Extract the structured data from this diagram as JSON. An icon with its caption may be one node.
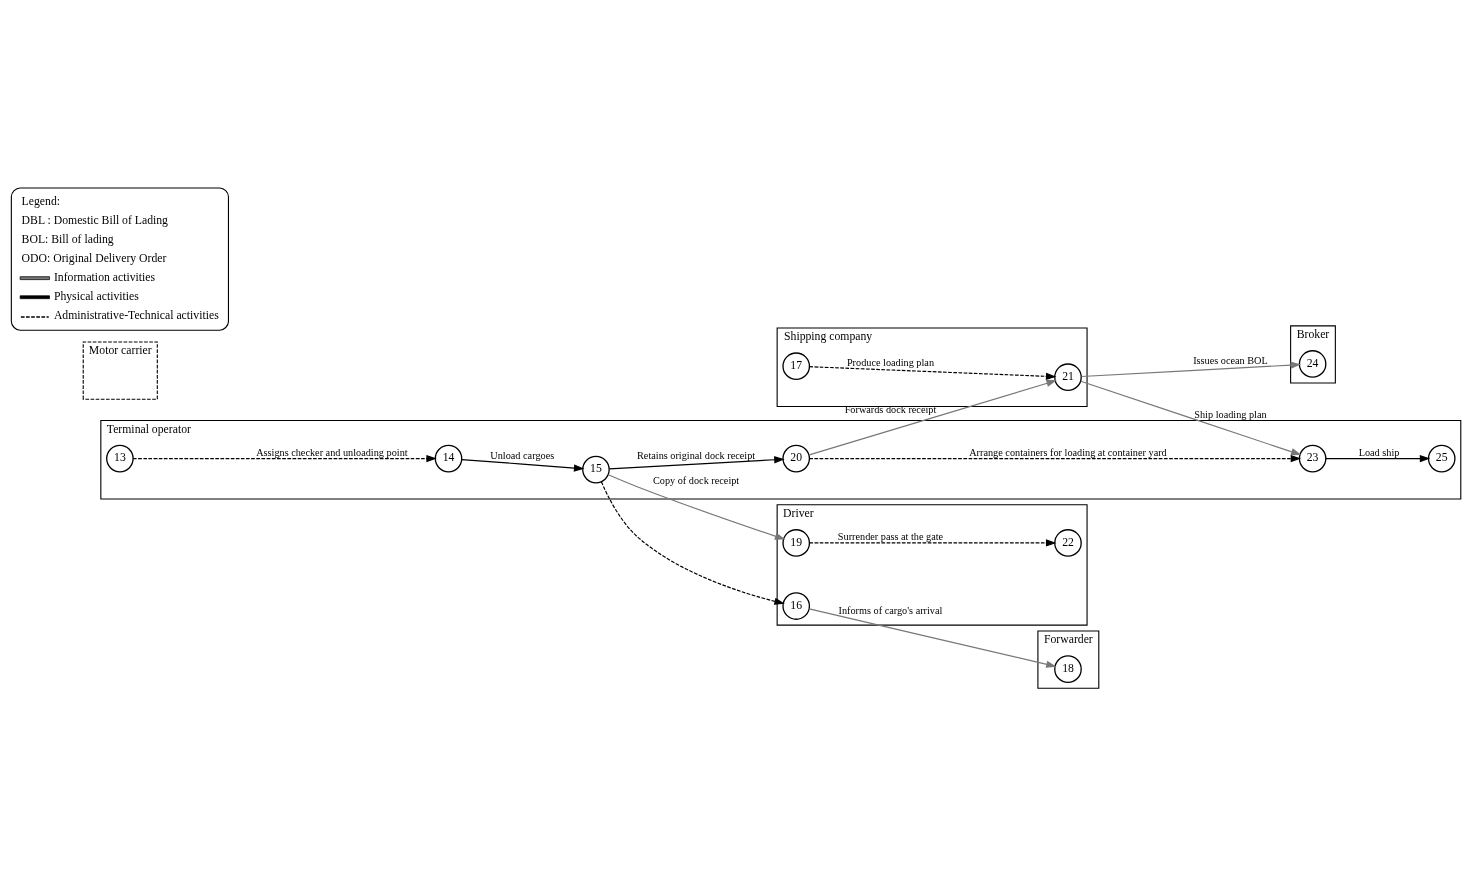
{
  "diagram": {
    "nodes": [
      {
        "text": [
          "Shipping company"
        ]
      },
      {
        "text": [
          "Broker"
        ]
      },
      {
        "text": [
          "Forwarder"
        ]
      },
      {
        "text": [
          "Motor carrier"
        ]
      },
      {
        "text": [
          "Driver"
        ]
      },
      {
        "text": [
          "Terminal operator"
        ]
      },
      {
        "text": [
          "13"
        ],
        "in": 5
      },
      {
        "text": [
          "14"
        ],
        "in": 5
      },
      {
        "text": [
          "15"
        ],
        "in": 5
      },
      {
        "text": [
          "16"
        ],
        "in": 4
      },
      {
        "text": [
          "17"
        ],
        "in": 0
      },
      {
        "text": [
          "18"
        ],
        "in": 2
      },
      {
        "text": [
          "19"
        ],
        "in": 4
      },
      {
        "text": [
          "20"
        ],
        "in": 5
      },
      {
        "text": [
          "21"
        ],
        "in": 0
      },
      {
        "text": [
          "22"
        ],
        "in": 4
      },
      {
        "text": [
          "23"
        ],
        "in": 5
      },
      {
        "text": [
          "24"
        ],
        "in": 1
      },
      {
        "text": [
          "25"
        ],
        "in": 5
      }
    ],
    "edges": [
      {
        "from": 6,
        "to": 7,
        "arrow": "to",
        "label": "Assigns checker and unloading point",
        "style": "dashed"
      },
      {
        "from": 7,
        "to": 8,
        "arrow": "to",
        "label": "Unload cargoes"
      },
      {
        "from": 8,
        "to": 9,
        "arrow": "to",
        "style": "dashed"
      },
      {
        "from": 9,
        "to": 11,
        "arrow": "to",
        "label": "Informs of cargo's arrival",
        "color": "#777777"
      },
      {
        "from": 8,
        "to": 12,
        "arrow": "to",
        "label": "Copy of dock receipt",
        "color": "#777777"
      },
      {
        "from": 8,
        "to": 13,
        "arrow": "to",
        "label": "Retains original dock receipt"
      },
      {
        "from": 13,
        "to": 14,
        "arrow": "to",
        "label": "Forwards dock receipt",
        "color": "#777777"
      },
      {
        "from": 10,
        "to": 14,
        "arrow": "to",
        "label": "Produce loading plan",
        "style": "dashed"
      },
      {
        "from": 14,
        "to": 17,
        "arrow": "to",
        "label": "Issues ocean BOL",
        "color": "#777777"
      },
      {
        "from": 14,
        "to": 16,
        "arrow": "to",
        "label": "Ship loading plan",
        "color": "#777777"
      },
      {
        "from": 12,
        "to": 15,
        "arrow": "to",
        "label": "Surrender pass at the gate",
        "style": "dashed"
      },
      {
        "from": 13,
        "to": 16,
        "arrow": "to",
        "label": "Arrange containers for loading at container yard",
        "style": "dashed"
      },
      {
        "from": 16,
        "to": 18,
        "arrow": "to",
        "label": "Load ship"
      }
    ],
    "labels": [
      "Legend:",
      "DBL : Domestic Bill of Lading",
      "BOL: Bill of lading",
      "ODO: Original Delivery Order"
    ],
    "legend": [
      {
        "text": "Information activities"
      },
      {
        "text": "Physical activities"
      },
      {
        "text": "Administrative-Technical activities"
      }
    ]
  }
}
